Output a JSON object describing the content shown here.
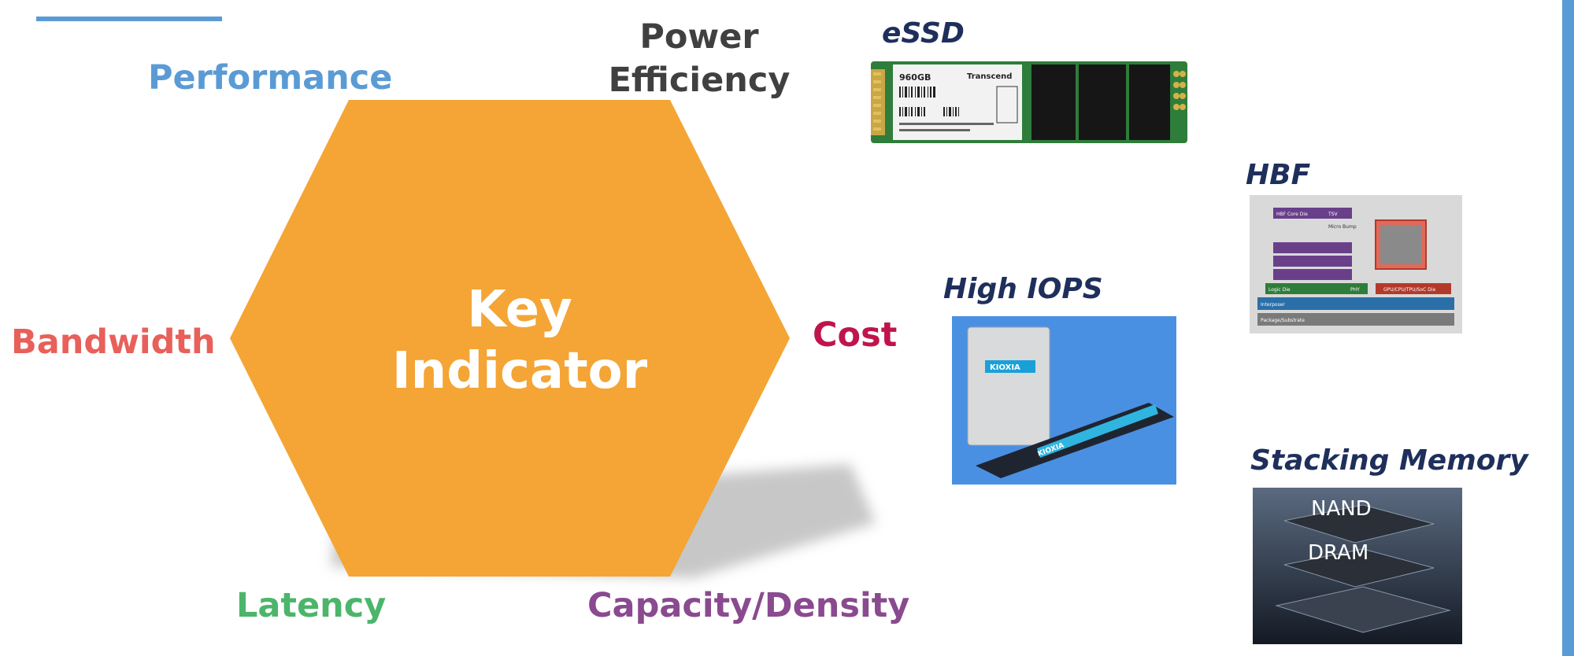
{
  "center": {
    "line1": "Key",
    "line2": "Indicator"
  },
  "indicators": {
    "performance": "Performance",
    "power_line1": "Power",
    "power_line2": "Efficiency",
    "bandwidth": "Bandwidth",
    "cost": "Cost",
    "latency": "Latency",
    "capacity": "Capacity/Density"
  },
  "products": {
    "essd": {
      "title": "eSSD",
      "capacity_label": "960GB",
      "brand": "Transcend"
    },
    "hbf": {
      "title": "HBF",
      "core_die": "HBF Core Die",
      "tsv": "TSV",
      "micro_bump": "Micro Bump",
      "logic_die": "Logic Die",
      "phy": "PHY",
      "host_die": "GPU/CPU/TPU/SoC Die",
      "interposer": "Interposer",
      "substrate": "Package/Substrate"
    },
    "iops": {
      "title": "High IOPS",
      "brand": "KIOXIA"
    },
    "stacking": {
      "title": "Stacking Memory",
      "nand": "NAND",
      "dram": "DRAM"
    }
  },
  "colors": {
    "accent_blue": "#5b9bd5",
    "hexagon": "#f4a535",
    "performance": "#5b9bd5",
    "power": "#404040",
    "bandwidth": "#e8605a",
    "cost": "#c0144c",
    "latency": "#4cb56a",
    "capacity": "#8a4a8f",
    "product_title": "#1f2f5c"
  }
}
